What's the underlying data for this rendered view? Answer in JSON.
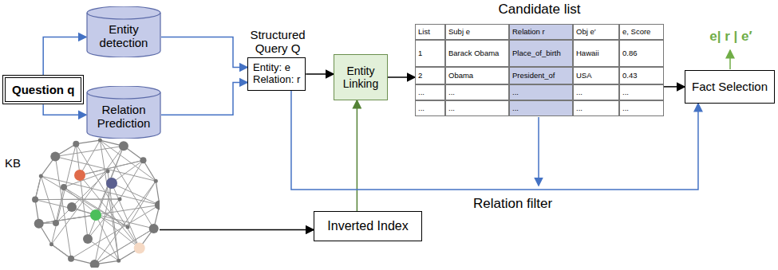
{
  "diagram": {
    "nodes": [
      {
        "text": [
          "Question q"
        ]
      },
      {
        "text": [
          "Entity detection"
        ]
      },
      {
        "text": [
          "Relation Prediction"
        ]
      },
      {
        "text": [
          "Structured Query Q",
          "Entity: e",
          "Relation: r"
        ]
      },
      {
        "text": [
          "Entity Linking"
        ]
      },
      {
        "text": [
          "Candidate list"
        ]
      },
      {
        "text": [
          "Fact Selection"
        ]
      },
      {
        "text": [
          "Inverted Index"
        ]
      },
      {
        "text": [
          "KB"
        ]
      }
    ],
    "edges": [
      {
        "from": 0,
        "to": 1,
        "arrow": "to"
      },
      {
        "from": 0,
        "to": 2,
        "arrow": "to"
      },
      {
        "from": 1,
        "to": 3,
        "arrow": "to"
      },
      {
        "from": 2,
        "to": 3,
        "arrow": "to"
      },
      {
        "from": 3,
        "to": 4,
        "arrow": "to"
      },
      {
        "from": 4,
        "to": 5,
        "arrow": "to"
      },
      {
        "from": 5,
        "to": 6,
        "arrow": "to"
      },
      {
        "from": 7,
        "to": 4,
        "arrow": "to"
      },
      {
        "from": 8,
        "to": 7,
        "arrow": "to"
      },
      {
        "from": 3,
        "to": 6,
        "label": "Relation filter",
        "arrow": "to"
      }
    ],
    "labels": [
      "List",
      "Subj e",
      "Relation r",
      "Obj e′",
      "e, Score",
      "1",
      "Barack Obama",
      "Place_of_birth",
      "Hawaii",
      "0.86",
      "2",
      "Obama",
      "President_of",
      "USA",
      "0.43",
      "...",
      "...",
      "...",
      "...",
      "...",
      "...",
      "...",
      "...",
      "...",
      "...",
      "e| r | e′"
    ]
  }
}
